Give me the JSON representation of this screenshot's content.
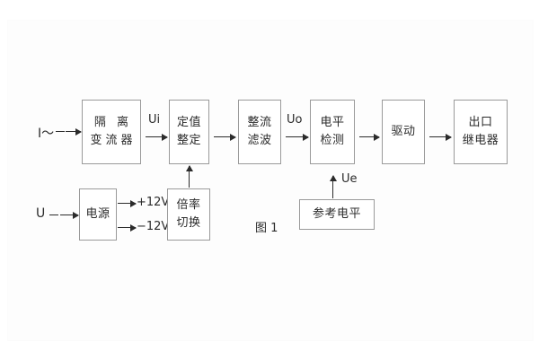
{
  "figure": {
    "caption": "图 1",
    "background_color": "#ffffff",
    "line_color": "#2b2b2b",
    "box_border_color": "#9a9a9a"
  },
  "inputs": {
    "current": "I～",
    "voltage": "U"
  },
  "signals": {
    "ui": "Ui",
    "uo": "Uo",
    "ue": "Ue"
  },
  "power_rails": {
    "positive": "+12V",
    "negative": "−12V"
  },
  "blocks": [
    {
      "id": "isolation-transformer",
      "line1": "隔 离",
      "line2": "变流器"
    },
    {
      "id": "setting-adjust",
      "line1": "定值",
      "line2": "整定"
    },
    {
      "id": "rectify-filter",
      "line1": "整流",
      "line2": "滤波"
    },
    {
      "id": "level-detect",
      "line1": "电平",
      "line2": "检测"
    },
    {
      "id": "drive",
      "line1": "驱动",
      "line2": ""
    },
    {
      "id": "output-relay",
      "line1": "出口",
      "line2": "继电器"
    },
    {
      "id": "power-supply",
      "line1": "电源",
      "line2": ""
    },
    {
      "id": "multiplier-switch",
      "line1": "倍率",
      "line2": "切换"
    },
    {
      "id": "reference-level",
      "line1": "参考电平",
      "line2": ""
    }
  ]
}
